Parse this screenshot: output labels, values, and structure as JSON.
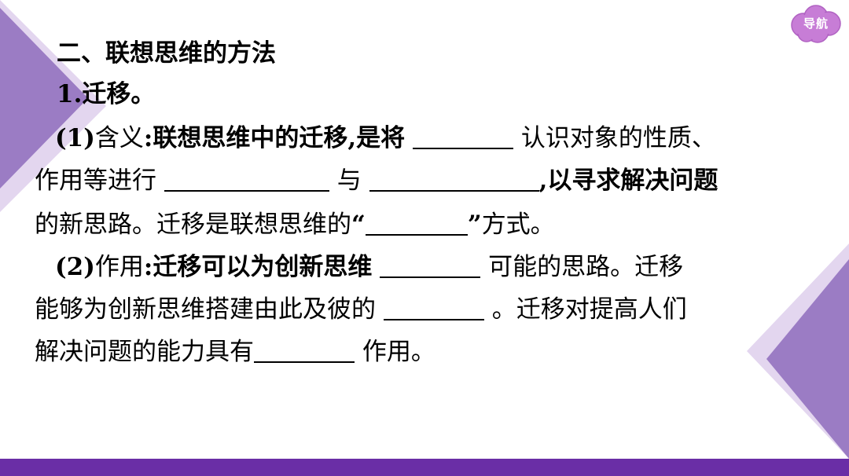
{
  "nav": {
    "label": "导航"
  },
  "section": {
    "heading": "二、联想思维的方法",
    "item1_title": "1.迁移。",
    "p1_label": "(1)",
    "p1_t1": "含义",
    "p1_t2": ":联想思维中的迁移,是将",
    "p1_t3": "认识对象的性质、",
    "p1_t4": "作用等进行",
    "p1_t5": "与",
    "p1_t6": ",以寻求解决问题",
    "p1_t7": "的新思路。迁移是联想思维的",
    "p1_q_open": "“",
    "p1_q_close": "”",
    "p1_t8": "方式。",
    "p2_label": "(2)",
    "p2_t1": "作用",
    "p2_t2": ":迁移可以为创新思维",
    "p2_t3": "可能的思路。迁移",
    "p2_t4": "能够为创新思维搭建由此及彼的",
    "p2_t5": "。迁移对提高人们",
    "p2_t6": "解决问题的能力具有",
    "p2_t7": "作用。"
  },
  "theme": {
    "accent": "#6a2ea6",
    "triangle_light": "#d9c8ea",
    "triangle_mid": "#a98fcf",
    "nav_cloud": "#c77dd6"
  }
}
